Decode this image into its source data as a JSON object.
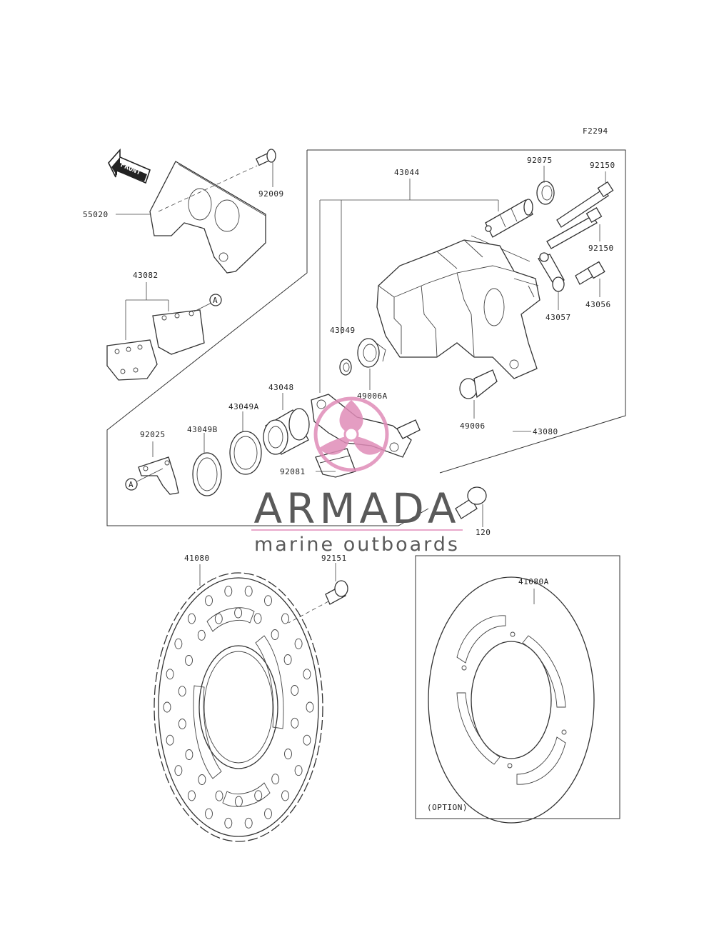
{
  "figure_code": "F2294",
  "front_label": "FRONT",
  "option_label": "(OPTION)",
  "watermark": {
    "brand": "ARMADA",
    "tagline": "marine outboards",
    "colors": {
      "logo": "#e08cb8",
      "text": "#5a5a5a"
    }
  },
  "parts": {
    "p55020": "55020",
    "p92009": "92009",
    "p43082": "43082",
    "p43044": "43044",
    "p92075": "92075",
    "p92150_top": "92150",
    "p92150_bottom": "92150",
    "p43057": "43057",
    "p43056": "43056",
    "p43049": "43049",
    "p49006A": "49006A",
    "p49006": "49006",
    "p43048": "43048",
    "p43049A": "43049A",
    "p43049B": "43049B",
    "p92025": "92025",
    "p92081": "92081",
    "p43080": "43080",
    "p120": "120",
    "p41080": "41080",
    "p92151": "92151",
    "p41080A": "41080A"
  },
  "callouts": {
    "a1": "A",
    "a2": "A"
  }
}
